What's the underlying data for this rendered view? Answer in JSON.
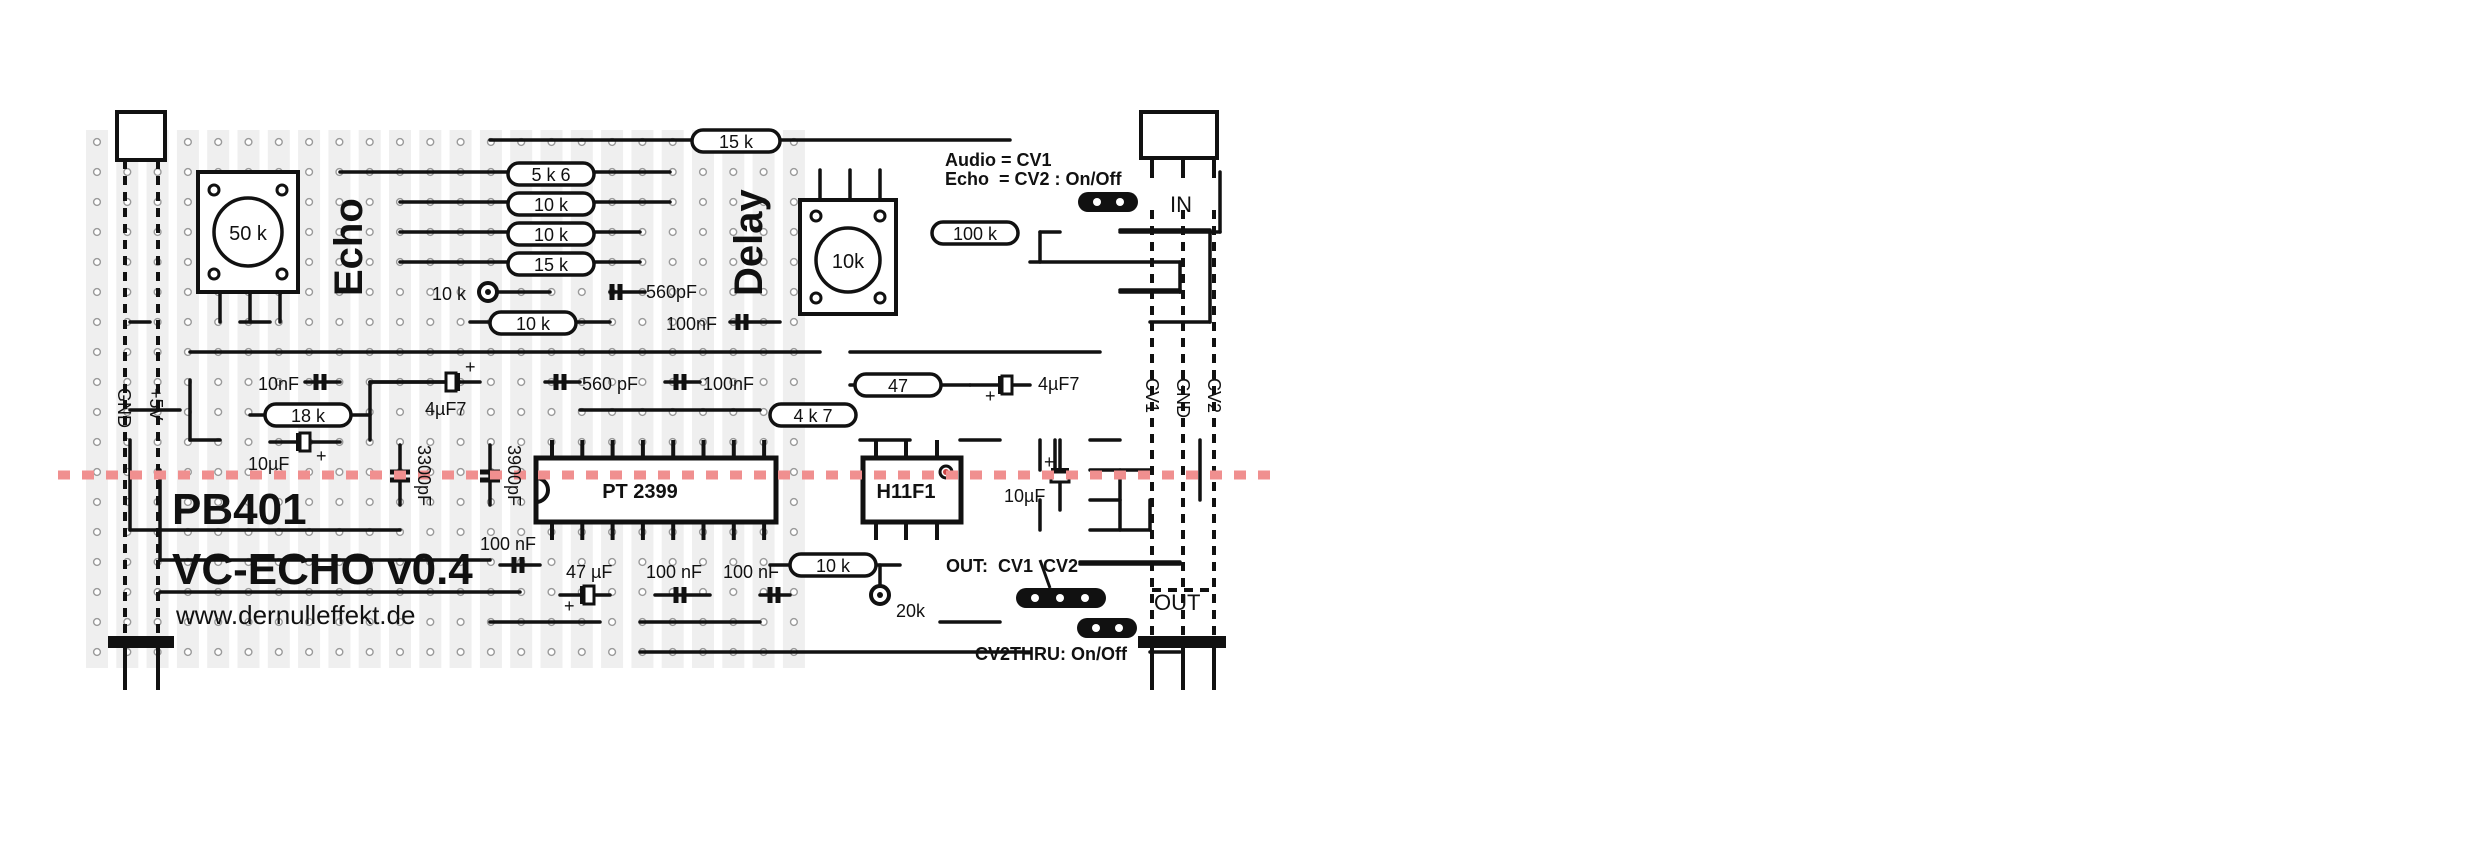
{
  "title": "PB401",
  "subtitle": "VC-ECHO v0.4",
  "website": "www.dernulleffekt.de",
  "labels": {
    "echo": "Echo",
    "delay": "Delay",
    "audio_cv1": "Audio = CV1",
    "echo_cv2": "Echo  = CV2 : On/Off",
    "in": "IN",
    "out": "OUT",
    "out_cv": "OUT:  CV1  CV2",
    "cv2_thru": "CV2THRU: On/Off",
    "gnd_left": "GND",
    "plus5v": "+5V",
    "cv1": "CV1",
    "gnd_right": "GND",
    "cv2": "CV2"
  },
  "potentiometers": [
    {
      "id": "pot-50k",
      "value": "50 k"
    },
    {
      "id": "pot-10k",
      "value": "10k"
    }
  ],
  "ics": [
    {
      "id": "ic-pt2399",
      "name": "PT 2399"
    },
    {
      "id": "ic-h11f1",
      "name": "H11F1"
    }
  ],
  "resistors": [
    {
      "id": "r-15k-top",
      "value": "15 k"
    },
    {
      "id": "r-5k6",
      "value": "5 k 6"
    },
    {
      "id": "r-10k-a",
      "value": "10 k"
    },
    {
      "id": "r-10k-b",
      "value": "10 k"
    },
    {
      "id": "r-15k-b",
      "value": "15 k"
    },
    {
      "id": "r-10k-c",
      "value": "10 k"
    },
    {
      "id": "r-100k",
      "value": "100 k"
    },
    {
      "id": "r-18k",
      "value": "18 k"
    },
    {
      "id": "r-47",
      "value": "47"
    },
    {
      "id": "r-4k7",
      "value": "4 k 7"
    },
    {
      "id": "r-10k-d",
      "value": "10 k"
    }
  ],
  "capacitors": [
    {
      "id": "c-560pf-a",
      "value": "560pF"
    },
    {
      "id": "c-100nf-a",
      "value": "100nF"
    },
    {
      "id": "c-10nf",
      "value": "10nF"
    },
    {
      "id": "c-4uf7-a",
      "value": "4µF7"
    },
    {
      "id": "c-560pf-b",
      "value": "560 pF"
    },
    {
      "id": "c-100nf-b",
      "value": "100nF"
    },
    {
      "id": "c-4uf7-b",
      "value": "4µF7"
    },
    {
      "id": "c-10uf-a",
      "value": "10µF"
    },
    {
      "id": "c-3300pf",
      "value": "3300pF"
    },
    {
      "id": "c-3900pf",
      "value": "3900pF"
    },
    {
      "id": "c-10uf-b",
      "value": "10µF"
    },
    {
      "id": "c-100nf-c",
      "value": "100 nF"
    },
    {
      "id": "c-47uf",
      "value": "47 µF"
    },
    {
      "id": "c-100nf-d",
      "value": "100 nF"
    },
    {
      "id": "c-100nf-e",
      "value": "100 nF"
    }
  ],
  "trimmers": [
    {
      "id": "trim-10k",
      "value": "10 k"
    },
    {
      "id": "trim-20k",
      "value": "20k"
    }
  ],
  "colors": {
    "ink": "#111111",
    "strip": "#efefef",
    "hole": "#9a9a9a",
    "cut_line": "#f08f8f"
  }
}
